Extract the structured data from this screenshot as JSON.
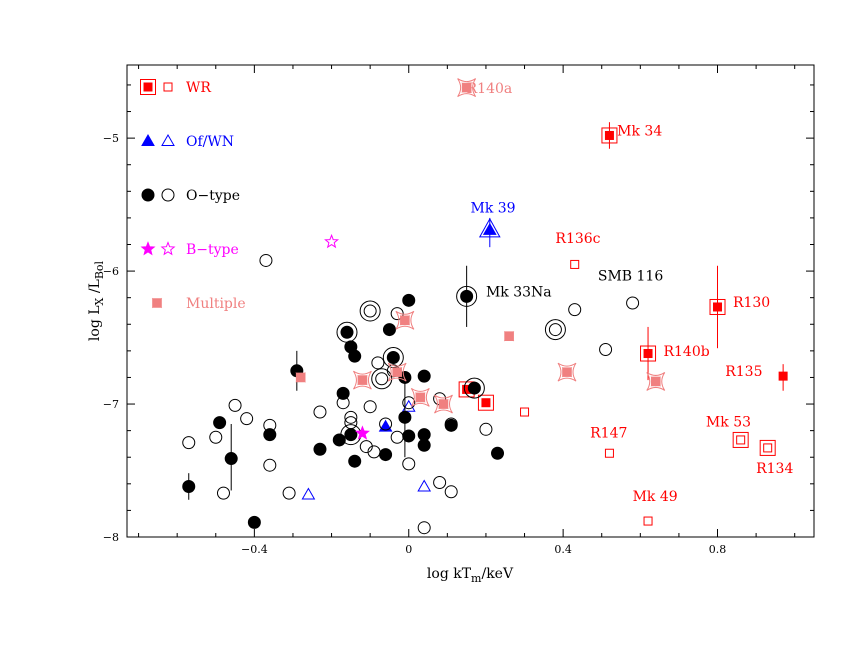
{
  "chart_data": {
    "type": "scatter",
    "title": "",
    "xlabel": "log kT_m/keV",
    "ylabel": "log L_X /L_Bol",
    "xlim": [
      -0.73,
      1.05
    ],
    "ylim": [
      -8.0,
      -4.45
    ],
    "x_ticks": [
      -0.4,
      0,
      0.4,
      0.8
    ],
    "x_tick_labels": [
      "−0.4",
      "0",
      "0.4",
      "0.8"
    ],
    "y_ticks": [
      -8,
      -7,
      -6,
      -5
    ],
    "y_tick_labels": [
      "−8",
      "−7",
      "−6",
      "−5"
    ],
    "grid": false,
    "legend_position": "top-left, inside",
    "colors": {
      "wr": "#ff0000",
      "ofwn": "#0000ff",
      "otype": "#000000",
      "btype": "#ff00ff",
      "multiple": "#f08080"
    },
    "legend": [
      {
        "label": "WR",
        "color": "#ff0000",
        "filled": "square-filled",
        "open": "square-open"
      },
      {
        "label": "Of/WN",
        "color": "#0000ff",
        "filled": "triangle-filled",
        "open": "triangle-open"
      },
      {
        "label": "O−type",
        "color": "#000000",
        "filled": "circle-filled",
        "open": "circle-open"
      },
      {
        "label": "B−type",
        "color": "#ff00ff",
        "filled": "star-filled",
        "open": "star-open"
      },
      {
        "label": "Multiple",
        "color": "#f08080",
        "filled": "bowtie",
        "open": ""
      }
    ],
    "annotations": [
      {
        "text": "R140a",
        "x": 0.15,
        "y": -4.66,
        "color": "#f08080"
      },
      {
        "text": "Mk 34",
        "x": 0.54,
        "y": -4.98,
        "color": "#ff0000"
      },
      {
        "text": "Mk 39",
        "x": 0.16,
        "y": -5.56,
        "color": "#0000ff"
      },
      {
        "text": "R136c",
        "x": 0.38,
        "y": -5.79,
        "color": "#ff0000"
      },
      {
        "text": "SMB 116",
        "x": 0.49,
        "y": -6.07,
        "color": "#000000"
      },
      {
        "text": "Mk 33Na",
        "x": 0.2,
        "y": -6.19,
        "color": "#000000"
      },
      {
        "text": "R130",
        "x": 0.84,
        "y": -6.27,
        "color": "#ff0000"
      },
      {
        "text": "R140b",
        "x": 0.66,
        "y": -6.64,
        "color": "#ff0000"
      },
      {
        "text": "R135",
        "x": 0.82,
        "y": -6.79,
        "color": "#ff0000"
      },
      {
        "text": "R147",
        "x": 0.47,
        "y": -7.25,
        "color": "#ff0000"
      },
      {
        "text": "Mk 53",
        "x": 0.77,
        "y": -7.17,
        "color": "#ff0000"
      },
      {
        "text": "R134",
        "x": 0.9,
        "y": -7.52,
        "color": "#ff0000"
      },
      {
        "text": "Mk 49",
        "x": 0.58,
        "y": -7.73,
        "color": "#ff0000"
      }
    ],
    "series": [
      {
        "name": "WR",
        "marker": "square",
        "color": "#ff0000",
        "points": [
          {
            "x": 0.52,
            "y": -4.98,
            "filled": true,
            "frame": true,
            "err": [
              -4.88,
              -5.08
            ]
          },
          {
            "x": 0.8,
            "y": -6.27,
            "filled": true,
            "frame": true,
            "err": [
              -5.96,
              -6.58
            ]
          },
          {
            "x": 0.62,
            "y": -6.62,
            "filled": true,
            "frame": true,
            "err": [
              -6.42,
              -6.82
            ]
          },
          {
            "x": 0.97,
            "y": -6.79,
            "filled": true,
            "frame": false,
            "err": [
              -6.7,
              -6.9
            ]
          },
          {
            "x": 0.15,
            "y": -6.89,
            "filled": true,
            "frame": true
          },
          {
            "x": 0.2,
            "y": -6.99,
            "filled": true,
            "frame": true
          },
          {
            "x": 0.43,
            "y": -5.95,
            "filled": false,
            "frame": false
          },
          {
            "x": 0.3,
            "y": -7.06,
            "filled": false,
            "frame": false
          },
          {
            "x": 0.52,
            "y": -7.37,
            "filled": false,
            "frame": false
          },
          {
            "x": 0.86,
            "y": -7.27,
            "filled": false,
            "frame": true
          },
          {
            "x": 0.93,
            "y": -7.33,
            "filled": false,
            "frame": true
          },
          {
            "x": 0.62,
            "y": -7.88,
            "filled": false,
            "frame": false
          }
        ]
      },
      {
        "name": "Of/WN",
        "marker": "triangle",
        "color": "#0000ff",
        "points": [
          {
            "x": 0.21,
            "y": -5.69,
            "filled": true,
            "frame": true,
            "err": [
              -5.6,
              -5.82
            ]
          },
          {
            "x": -0.06,
            "y": -7.17,
            "filled": true,
            "frame": false
          },
          {
            "x": -0.26,
            "y": -7.68,
            "filled": false,
            "frame": false
          },
          {
            "x": 0.04,
            "y": -7.62,
            "filled": false,
            "frame": false
          },
          {
            "x": 0.0,
            "y": -7.02,
            "filled": false,
            "frame": false
          }
        ]
      },
      {
        "name": "O−type",
        "marker": "circle",
        "color": "#000000",
        "points": [
          {
            "x": 0.15,
            "y": -6.19,
            "filled": true,
            "frame": true,
            "err": [
              -5.96,
              -6.42
            ]
          },
          {
            "x": 0.17,
            "y": -6.88,
            "filled": true,
            "frame": true
          },
          {
            "x": 0.0,
            "y": -6.22,
            "filled": true,
            "frame": false
          },
          {
            "x": -0.16,
            "y": -6.46,
            "filled": true,
            "frame": true
          },
          {
            "x": -0.15,
            "y": -6.57,
            "filled": true,
            "frame": false
          },
          {
            "x": -0.14,
            "y": -6.64,
            "filled": true,
            "frame": false
          },
          {
            "x": -0.05,
            "y": -6.44,
            "filled": true,
            "frame": false
          },
          {
            "x": -0.04,
            "y": -6.65,
            "filled": true,
            "frame": true
          },
          {
            "x": -0.01,
            "y": -6.8,
            "filled": true,
            "frame": false
          },
          {
            "x": 0.04,
            "y": -6.79,
            "filled": true,
            "frame": false
          },
          {
            "x": -0.29,
            "y": -6.75,
            "filled": true,
            "frame": false,
            "err": [
              -6.6,
              -6.9
            ]
          },
          {
            "x": -0.17,
            "y": -6.92,
            "filled": true,
            "frame": false
          },
          {
            "x": -0.01,
            "y": -7.1,
            "filled": true,
            "frame": false,
            "err": [
              -6.8,
              -7.4
            ]
          },
          {
            "x": 0.0,
            "y": -7.24,
            "filled": true,
            "frame": false
          },
          {
            "x": 0.04,
            "y": -7.23,
            "filled": true,
            "frame": false
          },
          {
            "x": 0.04,
            "y": -7.31,
            "filled": true,
            "frame": false
          },
          {
            "x": 0.11,
            "y": -7.16,
            "filled": true,
            "frame": false
          },
          {
            "x": 0.23,
            "y": -7.37,
            "filled": true,
            "frame": false
          },
          {
            "x": -0.15,
            "y": -7.23,
            "filled": true,
            "frame": true
          },
          {
            "x": -0.18,
            "y": -7.27,
            "filled": true,
            "frame": false
          },
          {
            "x": -0.14,
            "y": -7.43,
            "filled": true,
            "frame": false
          },
          {
            "x": -0.06,
            "y": -7.38,
            "filled": true,
            "frame": false
          },
          {
            "x": -0.23,
            "y": -7.34,
            "filled": true,
            "frame": false
          },
          {
            "x": -0.36,
            "y": -7.23,
            "filled": true,
            "frame": false
          },
          {
            "x": -0.49,
            "y": -7.14,
            "filled": true,
            "frame": false
          },
          {
            "x": -0.46,
            "y": -7.41,
            "filled": true,
            "frame": false,
            "err": [
              -7.15,
              -7.65
            ]
          },
          {
            "x": -0.57,
            "y": -7.62,
            "filled": true,
            "frame": false,
            "err": [
              -7.52,
              -7.72
            ]
          },
          {
            "x": -0.4,
            "y": -7.89,
            "filled": true,
            "frame": false
          },
          {
            "x": -0.37,
            "y": -5.92,
            "filled": false,
            "frame": false
          },
          {
            "x": -0.1,
            "y": -6.3,
            "filled": false,
            "frame": true
          },
          {
            "x": -0.03,
            "y": -6.32,
            "filled": false,
            "frame": false
          },
          {
            "x": 0.38,
            "y": -6.44,
            "filled": false,
            "frame": true
          },
          {
            "x": 0.43,
            "y": -6.29,
            "filled": false,
            "frame": false
          },
          {
            "x": 0.58,
            "y": -6.24,
            "filled": false,
            "frame": false
          },
          {
            "x": 0.51,
            "y": -6.59,
            "filled": false,
            "frame": false
          },
          {
            "x": -0.07,
            "y": -6.81,
            "filled": false,
            "frame": true
          },
          {
            "x": -0.08,
            "y": -6.69,
            "filled": false,
            "frame": false
          },
          {
            "x": -0.04,
            "y": -6.75,
            "filled": false,
            "frame": false
          },
          {
            "x": -0.17,
            "y": -6.99,
            "filled": false,
            "frame": false
          },
          {
            "x": -0.1,
            "y": -7.02,
            "filled": false,
            "frame": false
          },
          {
            "x": -0.15,
            "y": -7.1,
            "filled": false,
            "frame": false
          },
          {
            "x": -0.15,
            "y": -7.14,
            "filled": false,
            "frame": false
          },
          {
            "x": -0.23,
            "y": -7.06,
            "filled": false,
            "frame": false
          },
          {
            "x": -0.45,
            "y": -7.01,
            "filled": false,
            "frame": false
          },
          {
            "x": -0.42,
            "y": -7.11,
            "filled": false,
            "frame": false
          },
          {
            "x": -0.5,
            "y": -7.25,
            "filled": false,
            "frame": false
          },
          {
            "x": -0.36,
            "y": -7.16,
            "filled": false,
            "frame": false
          },
          {
            "x": -0.36,
            "y": -7.46,
            "filled": false,
            "frame": false
          },
          {
            "x": -0.57,
            "y": -7.29,
            "filled": false,
            "frame": false
          },
          {
            "x": -0.48,
            "y": -7.67,
            "filled": false,
            "frame": false
          },
          {
            "x": -0.31,
            "y": -7.67,
            "filled": false,
            "frame": false
          },
          {
            "x": -0.11,
            "y": -7.32,
            "filled": false,
            "frame": false
          },
          {
            "x": -0.09,
            "y": -7.36,
            "filled": false,
            "frame": false
          },
          {
            "x": -0.03,
            "y": -7.25,
            "filled": false,
            "frame": false
          },
          {
            "x": -0.06,
            "y": -7.15,
            "filled": false,
            "frame": false
          },
          {
            "x": 0.0,
            "y": -6.99,
            "filled": false,
            "frame": false
          },
          {
            "x": 0.0,
            "y": -7.45,
            "filled": false,
            "frame": false
          },
          {
            "x": 0.08,
            "y": -6.96,
            "filled": false,
            "frame": false
          },
          {
            "x": 0.11,
            "y": -7.15,
            "filled": false,
            "frame": false
          },
          {
            "x": 0.2,
            "y": -7.19,
            "filled": false,
            "frame": false
          },
          {
            "x": 0.08,
            "y": -7.59,
            "filled": false,
            "frame": false
          },
          {
            "x": 0.11,
            "y": -7.66,
            "filled": false,
            "frame": false
          },
          {
            "x": 0.04,
            "y": -7.93,
            "filled": false,
            "frame": false
          }
        ]
      },
      {
        "name": "B−type",
        "marker": "star",
        "color": "#ff00ff",
        "points": [
          {
            "x": -0.2,
            "y": -5.78,
            "filled": false,
            "frame": false
          },
          {
            "x": -0.12,
            "y": -7.22,
            "filled": true,
            "frame": false
          }
        ]
      },
      {
        "name": "Multiple",
        "marker": "bowtie",
        "color": "#f08080",
        "points": [
          {
            "x": 0.15,
            "y": -4.62,
            "filled": true,
            "frame": true
          },
          {
            "x": -0.01,
            "y": -6.37,
            "filled": true,
            "frame": true
          },
          {
            "x": 0.26,
            "y": -6.49,
            "filled": true,
            "frame": false
          },
          {
            "x": -0.28,
            "y": -6.8,
            "filled": true,
            "frame": false
          },
          {
            "x": -0.12,
            "y": -6.82,
            "filled": true,
            "frame": true
          },
          {
            "x": -0.03,
            "y": -6.76,
            "filled": true,
            "frame": true
          },
          {
            "x": 0.03,
            "y": -6.95,
            "filled": true,
            "frame": true
          },
          {
            "x": 0.09,
            "y": -7.0,
            "filled": true,
            "frame": true
          },
          {
            "x": 0.41,
            "y": -6.76,
            "filled": true,
            "frame": true
          },
          {
            "x": 0.64,
            "y": -6.83,
            "filled": true,
            "frame": true
          }
        ]
      }
    ]
  }
}
